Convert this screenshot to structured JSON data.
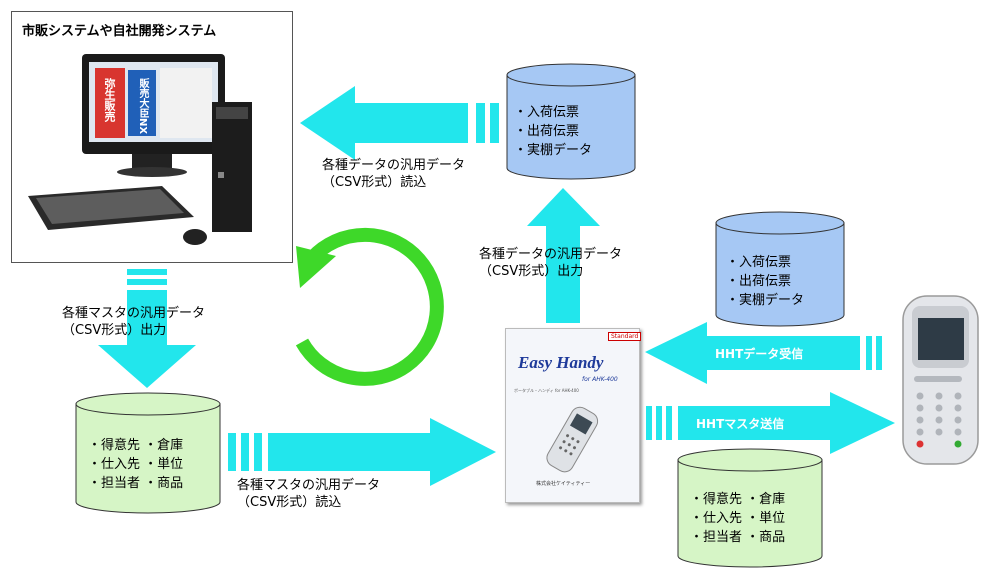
{
  "pc": {
    "title": "市販システムや自社開発システム",
    "screen_box1": "弥生販売",
    "screen_box2": "販売大臣NX"
  },
  "labels": {
    "generic_read_top": [
      "各種データの汎用データ",
      "（CSV形式）読込"
    ],
    "generic_out_top": [
      "各種データの汎用データ",
      "（CSV形式）出力"
    ],
    "master_out_left": [
      "各種マスタの汎用データ",
      "（CSV形式）出力"
    ],
    "master_read_bottom": [
      "各種マスタの汎用データ",
      "（CSV形式）読込"
    ],
    "hht_receive": "HHTデータ受信",
    "hht_send": "HHTマスタ送信"
  },
  "cylinders": {
    "top_blue": [
      "・入荷伝票",
      "・出荷伝票",
      "・実棚データ"
    ],
    "right_blue": [
      "・入荷伝票",
      "・出荷伝票",
      "・実棚データ"
    ],
    "left_green": [
      "・得意先 ・倉庫",
      "・仕入先 ・単位",
      "・担当者 ・商品"
    ],
    "right_green": [
      "・得意先 ・倉庫",
      "・仕入先 ・単位",
      "・担当者 ・商品"
    ]
  },
  "product": {
    "brand": "Easy Handy",
    "sub": "for AHK-400",
    "small1": "ポータブル・ハンディ for AHK-400",
    "maker": "株式会社ケイティティー",
    "badge": "Standard"
  },
  "colors": {
    "arrow": "#22e6ec",
    "blue_cyl": "#a6c8f4",
    "green_cyl": "#d6f5c6",
    "cycle": "#3ed829"
  }
}
